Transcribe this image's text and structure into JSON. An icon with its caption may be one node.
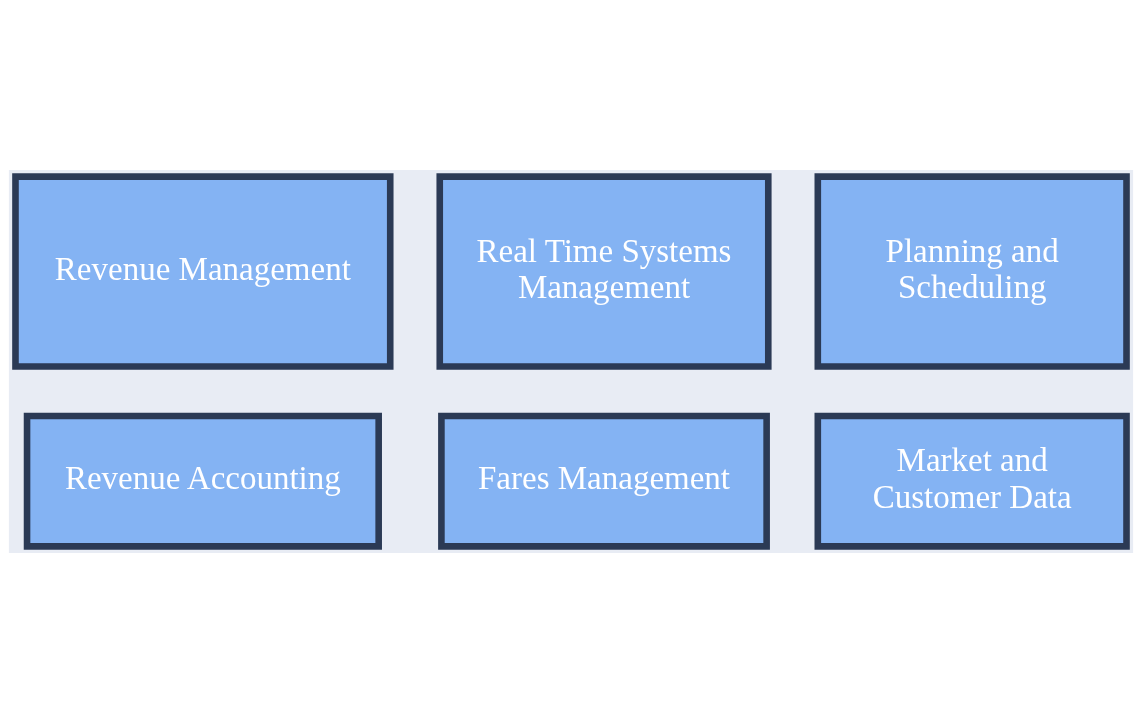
{
  "diagram": {
    "nodes": [
      {
        "text": [
          "Market and Customer Data"
        ]
      },
      {
        "text": [
          "Planning and Scheduling"
        ]
      },
      {
        "text": [
          "Fares Management"
        ]
      },
      {
        "text": [
          "Revenue Management"
        ]
      },
      {
        "text": [
          "Real Time Systems Management"
        ]
      },
      {
        "text": [
          "Revenue Accounting"
        ]
      }
    ]
  }
}
